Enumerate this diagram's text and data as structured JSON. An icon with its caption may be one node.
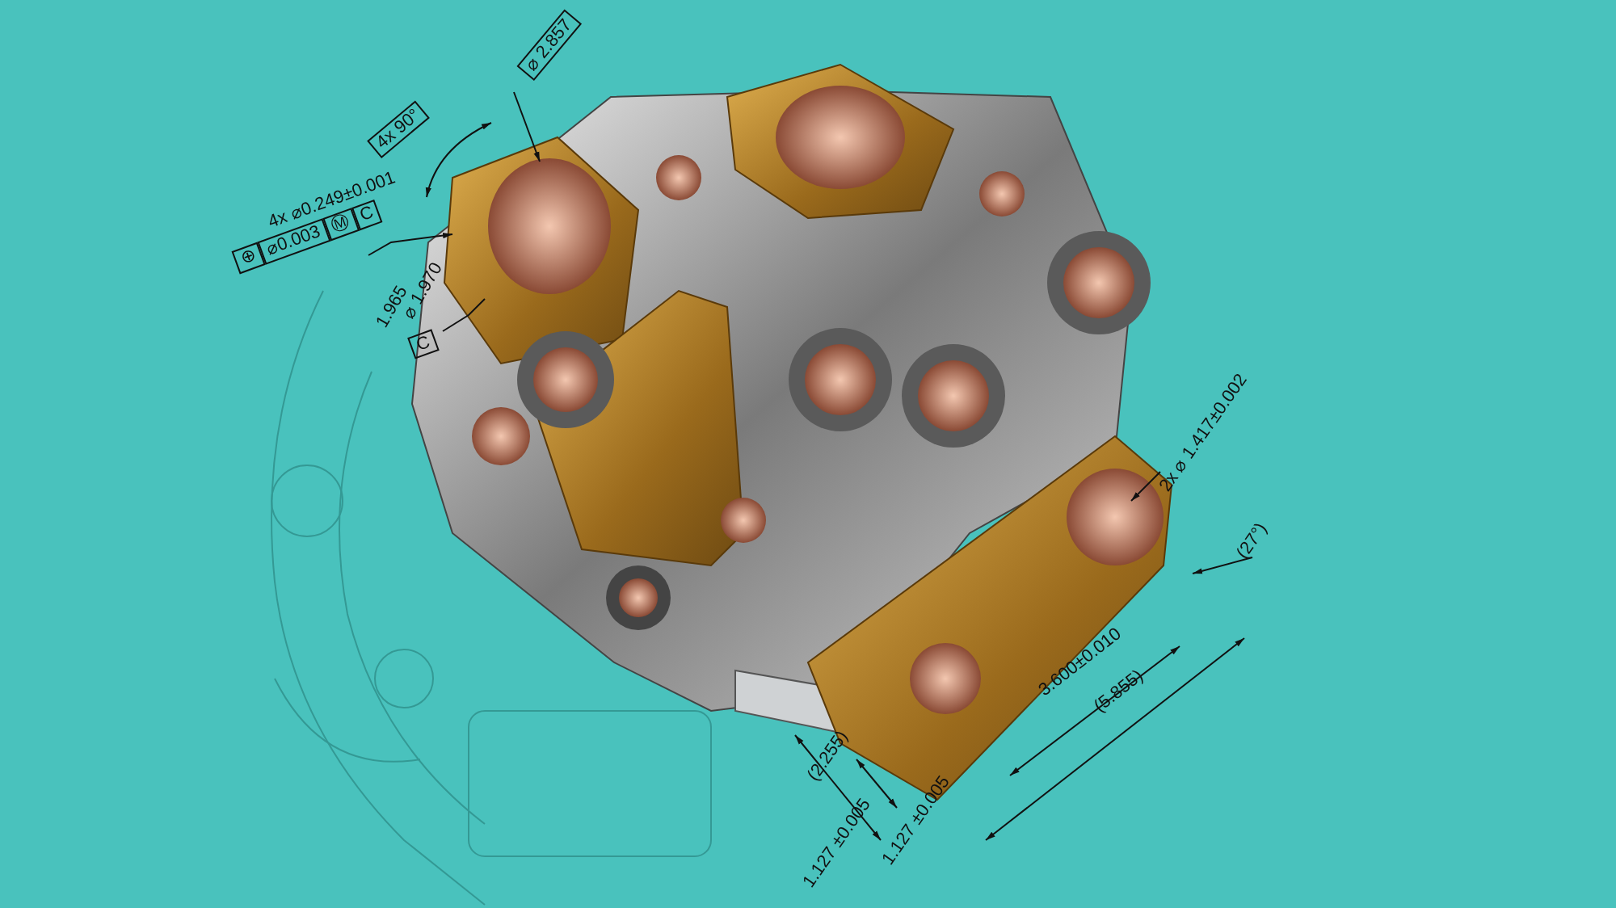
{
  "diagram": {
    "nodes": [
      {
        "text": [
          "⌀ 2.857"
        ]
      },
      {
        "text": [
          "4x ⌀0.249±0.001"
        ]
      },
      {
        "text": [
          "C"
        ]
      },
      {
        "text": [
          "2x ⌀ 1.417±0.002"
        ]
      }
    ],
    "edges": [
      {
        "from": 0,
        "to": null,
        "arrow": "to"
      },
      {
        "from": 1,
        "to": null,
        "arrow": "to"
      },
      {
        "from": 2,
        "to": null,
        "arrow": "none"
      },
      {
        "from": 3,
        "to": null,
        "arrow": "to"
      }
    ],
    "labels": [
      "4x 90°",
      "⊕",
      "⌀0.003",
      "Ⓜ",
      "C",
      "⌀ 1.970",
      "1.965",
      "(27°)",
      "(2.255)",
      "1.127 ±0.005",
      "1.127 ±0.005",
      "3.600±0.010",
      "(5.855)"
    ]
  }
}
